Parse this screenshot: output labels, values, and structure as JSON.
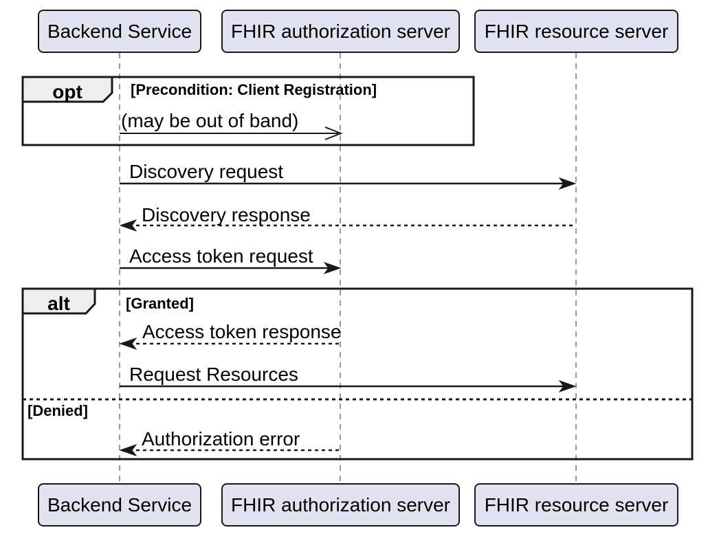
{
  "diagram": {
    "type": "uml-sequence-diagram",
    "participants": [
      {
        "name": "Backend Service"
      },
      {
        "name": "FHIR authorization server"
      },
      {
        "name": "FHIR resource server"
      }
    ],
    "fragments": [
      {
        "operator": "opt",
        "guards": [
          "[Precondition: Client Registration]"
        ]
      },
      {
        "operator": "alt",
        "guards": [
          "[Granted]",
          "[Denied]"
        ]
      }
    ],
    "messages": [
      {
        "label": "(may be out of band)",
        "from": "Backend Service",
        "to": "FHIR authorization server",
        "line_style": "solid",
        "arrow_style": "open"
      },
      {
        "label": "Discovery request",
        "from": "Backend Service",
        "to": "FHIR resource server",
        "line_style": "solid",
        "arrow_style": "filled"
      },
      {
        "label": "Discovery response",
        "from": "FHIR resource server",
        "to": "Backend Service",
        "line_style": "dotted",
        "arrow_style": "filled"
      },
      {
        "label": "Access token request",
        "from": "Backend Service",
        "to": "FHIR authorization server",
        "line_style": "solid",
        "arrow_style": "filled"
      },
      {
        "label": "Access token response",
        "from": "FHIR authorization server",
        "to": "Backend Service",
        "line_style": "dotted",
        "arrow_style": "filled"
      },
      {
        "label": "Request Resources",
        "from": "Backend Service",
        "to": "FHIR resource server",
        "line_style": "solid",
        "arrow_style": "filled"
      },
      {
        "label": "Authorization error",
        "from": "FHIR authorization server",
        "to": "Backend Service",
        "line_style": "dotted",
        "arrow_style": "filled"
      }
    ],
    "colors": {
      "background": "#FFFFFF",
      "participant_fill": "#E2E2F0",
      "participant_border": "#181818",
      "fragment_border": "#181818",
      "fragment_header_fill": "#EEEEEE",
      "lifeline": "#999999",
      "message_line": "#181818",
      "text": "#000000"
    }
  }
}
